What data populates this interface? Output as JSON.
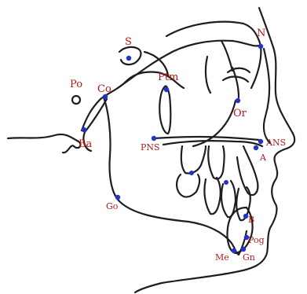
{
  "colors": {
    "line": "#1e1e1e",
    "point": "#2233cc",
    "label": "#b01a1a",
    "background": "#ffffff"
  },
  "landmarks": {
    "S": "S",
    "N": "N",
    "Po": "Po",
    "Co": "Co",
    "Ptm": "Ptm",
    "Or": "Or",
    "Ba": "Ba",
    "PNS": "PNS",
    "ANS": "ANS",
    "A": "A",
    "Go": "Go",
    "B": "B",
    "Pog": "Pog",
    "Me": "Me",
    "Gn": "Gn"
  }
}
